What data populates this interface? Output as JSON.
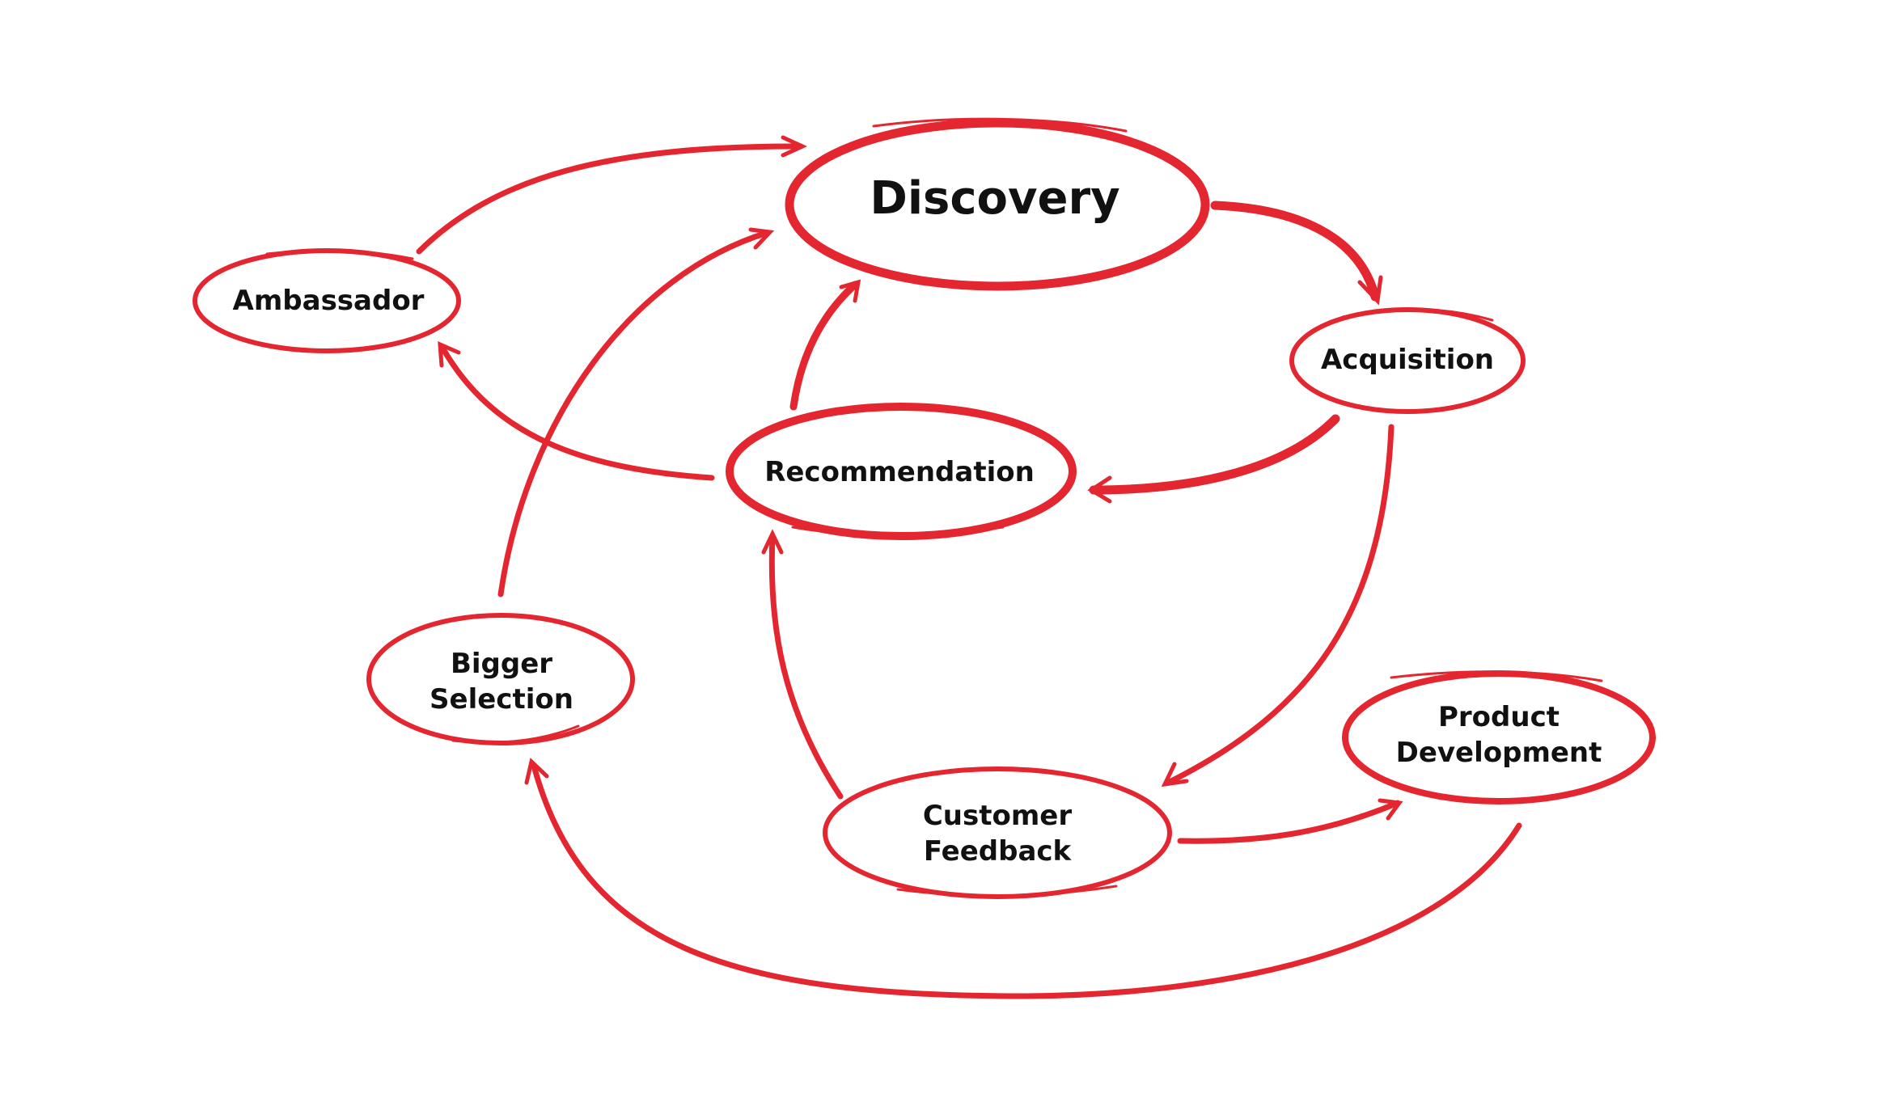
{
  "colors": {
    "accent": "#e3262f",
    "text": "#111111",
    "background": "#ffffff"
  },
  "nodes": {
    "discovery": {
      "label": "Discovery"
    },
    "ambassador": {
      "label": "Ambassador"
    },
    "acquisition": {
      "label": "Acquisition"
    },
    "recommendation": {
      "label": "Recommendation"
    },
    "bigger_selection": {
      "line1": "Bigger",
      "line2": "Selection"
    },
    "customer_feedback": {
      "line1": "Customer",
      "line2": "Feedback"
    },
    "product_development": {
      "line1": "Product",
      "line2": "Development"
    }
  },
  "edges": [
    {
      "from": "Ambassador",
      "to": "Discovery"
    },
    {
      "from": "Discovery",
      "to": "Acquisition"
    },
    {
      "from": "Acquisition",
      "to": "Recommendation"
    },
    {
      "from": "Acquisition",
      "to": "Customer Feedback"
    },
    {
      "from": "Recommendation",
      "to": "Ambassador"
    },
    {
      "from": "Recommendation",
      "to": "Discovery"
    },
    {
      "from": "Bigger Selection",
      "to": "Discovery"
    },
    {
      "from": "Customer Feedback",
      "to": "Recommendation"
    },
    {
      "from": "Customer Feedback",
      "to": "Product Development"
    },
    {
      "from": "Product Development",
      "to": "Bigger Selection"
    }
  ]
}
